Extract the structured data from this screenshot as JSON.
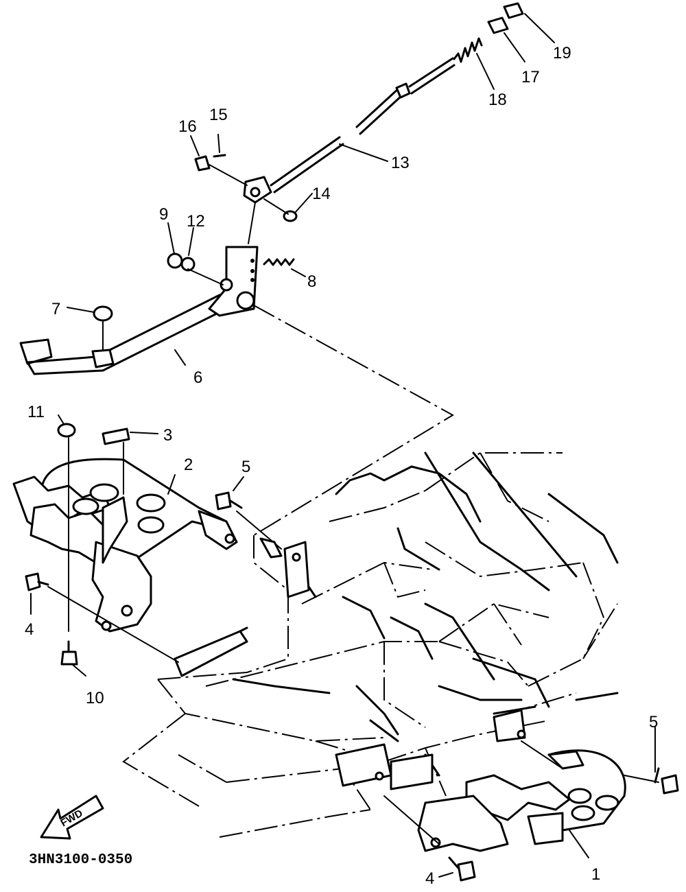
{
  "callouts": {
    "p1": "1",
    "p2": "2",
    "p3": "3",
    "p4a": "4",
    "p4b": "4",
    "p5a": "5",
    "p5b": "5",
    "p6": "6",
    "p7": "7",
    "p8": "8",
    "p9": "9",
    "p10": "10",
    "p11": "11",
    "p12": "12",
    "p13": "13",
    "p14": "14",
    "p15": "15",
    "p16": "16",
    "p17": "17",
    "p18": "18",
    "p19": "19"
  },
  "fwd_label": "FWD",
  "diagram_code": "3HN3100-0350"
}
